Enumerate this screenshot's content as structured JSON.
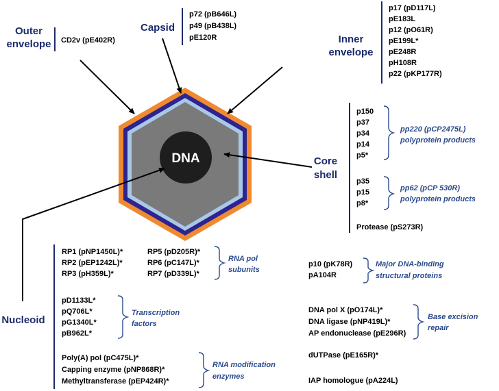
{
  "center": {
    "label": "DNA"
  },
  "outer_envelope": {
    "title": [
      "Outer",
      "envelope"
    ],
    "proteins": [
      "CD2v (pE402R)"
    ]
  },
  "capsid": {
    "title": "Capsid",
    "proteins": [
      "p72 (pB646L)",
      "p49 (pB438L)",
      "pE120R"
    ]
  },
  "inner_envelope": {
    "title": [
      "Inner",
      "envelope"
    ],
    "proteins": [
      "p17 (pD117L)",
      "pE183L",
      "p12 (pO61R)",
      "pE199L*",
      "pE248R",
      "pH108R",
      "p22 (pKP177R)"
    ]
  },
  "core_shell": {
    "title": [
      "Core",
      "shell"
    ],
    "group1": {
      "proteins": [
        "p150",
        "p37",
        "p34",
        "p14",
        "p5*"
      ],
      "note": [
        "pp220 (pCP2475L)",
        "polyprotein products"
      ]
    },
    "group2": {
      "proteins": [
        "p35",
        "p15",
        "p8*"
      ],
      "note": [
        "pp62 (pCP 530R)",
        "polyprotein products"
      ]
    },
    "protease": "Protease (pS273R)"
  },
  "nucleoid": {
    "title": "Nucleoid",
    "rna_pol": {
      "left": [
        "RP1 (pNP1450L)*",
        "RP2 (pEP1242L)*",
        "RP3 (pH359L)*"
      ],
      "right": [
        "RP5 (pD205R)*",
        "RP6 (pC147L)*",
        "RP7 (pD339L)*"
      ],
      "note": [
        "RNA pol",
        "subunits"
      ]
    },
    "transcription": {
      "proteins": [
        "pD1133L*",
        "pQ706L*",
        "pG1340L*",
        "pB962L*"
      ],
      "note": [
        "Transcription",
        "factors"
      ]
    },
    "rna_mod": {
      "proteins": [
        "Poly(A) pol (pC475L)*",
        "Capping enzyme (pNP868R)*",
        "Methyltransferase (pEP424R)*"
      ],
      "note": [
        "RNA modification",
        "enzymes"
      ]
    },
    "dna_binding": {
      "proteins": [
        "p10 (pK78R)",
        "pA104R"
      ],
      "note": [
        "Major DNA-binding",
        "structural proteins"
      ]
    },
    "base_excision": {
      "proteins": [
        "DNA pol X (pO174L)*",
        "DNA ligase (pNP419L)*",
        "AP endonuclease (pE296R)"
      ],
      "note": [
        "Base excision",
        "repair"
      ]
    },
    "dutpase": "dUTPase (pE165R)*",
    "iap": "IAP homologue (pA224L)"
  },
  "colors": {
    "outer": "#f08a30",
    "capsid": "#2e2490",
    "inner": "#a9c8e8",
    "core": "#7a7a7a",
    "dna": "#1e1e1e",
    "label": "#1a2a6c",
    "note": "#2a4a8c"
  }
}
